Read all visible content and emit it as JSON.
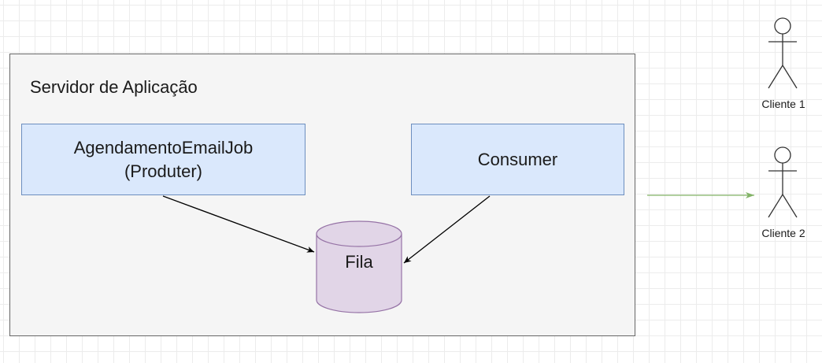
{
  "diagram": {
    "server": {
      "title": "Servidor de Aplicação"
    },
    "producer": {
      "line1": "AgendamentoEmailJob",
      "line2": "(Produter)"
    },
    "consumer": {
      "label": "Consumer"
    },
    "queue": {
      "label": "Fila"
    },
    "actors": [
      {
        "label": "Cliente 1"
      },
      {
        "label": "Cliente 2"
      }
    ]
  },
  "colors": {
    "server_fill": "#f5f5f5",
    "server_stroke": "#666666",
    "process_fill": "#dae8fc",
    "process_stroke": "#6c8ebf",
    "queue_fill": "#e1d5e7",
    "queue_stroke": "#9673a6",
    "arrow_dark": "#000000",
    "arrow_green": "#82b366"
  }
}
